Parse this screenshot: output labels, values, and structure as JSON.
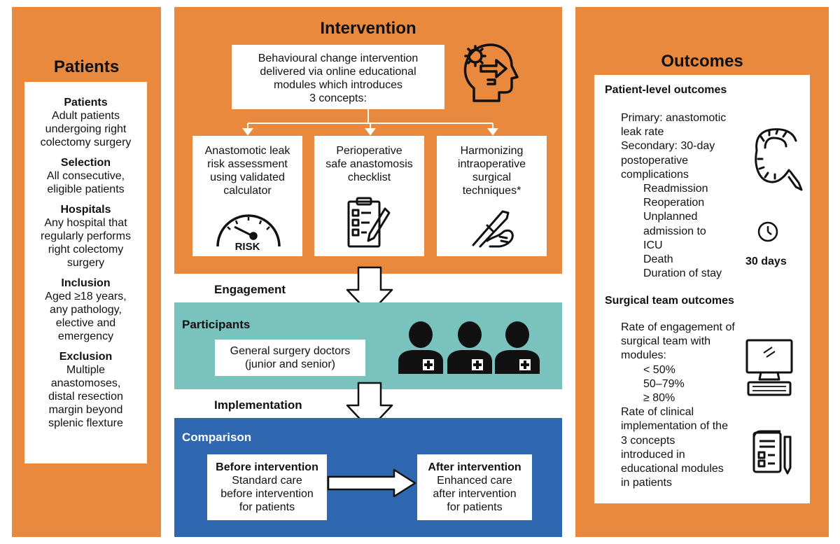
{
  "patients": {
    "title": "Patients",
    "blocks": [
      {
        "heading": "Patients",
        "lines": [
          "Adult patients",
          "undergoing right",
          "colectomy surgery"
        ]
      },
      {
        "heading": "Selection",
        "lines": [
          "All consecutive,",
          "eligible patients"
        ]
      },
      {
        "heading": "Hospitals",
        "lines": [
          "Any hospital that",
          "regularly performs",
          "right colectomy",
          "surgery"
        ]
      },
      {
        "heading": "Inclusion",
        "lines": [
          "Aged ≥18 years,",
          "any pathology,",
          "elective and",
          "emergency"
        ]
      },
      {
        "heading": "Exclusion",
        "lines": [
          "Multiple",
          "anastomoses,",
          "distal resection",
          "margin beyond",
          "splenic flexture"
        ]
      }
    ]
  },
  "intervention": {
    "title": "Intervention",
    "description": [
      "Behavioural change intervention",
      "delivered via online educational",
      "modules which introduces",
      "3 concepts:"
    ],
    "concepts": [
      {
        "lines": [
          "Anastomotic leak",
          "risk assessment",
          "using validated",
          "calculator"
        ],
        "icon": "risk-gauge-icon",
        "icon_label": "RISK"
      },
      {
        "lines": [
          "Perioperative",
          "safe anastomosis",
          "checklist"
        ],
        "icon": "checklist-icon"
      },
      {
        "lines": [
          "Harmonizing",
          "intraoperative",
          "surgical",
          "techniques*"
        ],
        "icon": "scalpel-hand-icon"
      }
    ]
  },
  "engagement": {
    "label": "Engagement"
  },
  "participants": {
    "title": "Participants",
    "description": [
      "General surgery doctors",
      "(junior and senior)"
    ]
  },
  "implementation": {
    "label": "Implementation"
  },
  "comparison": {
    "title": "Comparison",
    "before": {
      "title": "Before intervention",
      "lines": [
        "Standard care",
        "before intervention",
        "for patients"
      ]
    },
    "after": {
      "title": "After intervention",
      "lines": [
        "Enhanced care",
        "after intervention",
        "for patients"
      ]
    }
  },
  "outcomes": {
    "title": "Outcomes",
    "patient_level": {
      "heading": "Patient-level outcomes",
      "lines": [
        {
          "text": "Primary: anastomotic",
          "indent": 0
        },
        {
          "text": "leak rate",
          "indent": 0
        },
        {
          "text": "Secondary: 30-day",
          "indent": 0
        },
        {
          "text": "postoperative",
          "indent": 0
        },
        {
          "text": "complications",
          "indent": 0
        },
        {
          "text": "Readmission",
          "indent": 1
        },
        {
          "text": "Reoperation",
          "indent": 1
        },
        {
          "text": "Unplanned",
          "indent": 1
        },
        {
          "text": "admission to",
          "indent": 1
        },
        {
          "text": "ICU",
          "indent": 1
        },
        {
          "text": "Death",
          "indent": 1
        },
        {
          "text": "Duration of stay",
          "indent": 1
        }
      ],
      "days_label": "30 days"
    },
    "surgical_team": {
      "heading": "Surgical team outcomes",
      "lines": [
        {
          "text": "Rate of engagement of",
          "indent": 0
        },
        {
          "text": "surgical team with",
          "indent": 0
        },
        {
          "text": "modules:",
          "indent": 0
        },
        {
          "text": "< 50%",
          "indent": 1
        },
        {
          "text": "50–79%",
          "indent": 1
        },
        {
          "text": "≥ 80%",
          "indent": 1
        },
        {
          "text": "Rate of clinical",
          "indent": 0
        },
        {
          "text": "implementation of the",
          "indent": 0
        },
        {
          "text": "3 concepts",
          "indent": 0
        },
        {
          "text": "introduced in",
          "indent": 0
        },
        {
          "text": "educational modules",
          "indent": 0
        },
        {
          "text": "in patients",
          "indent": 0
        }
      ]
    }
  }
}
